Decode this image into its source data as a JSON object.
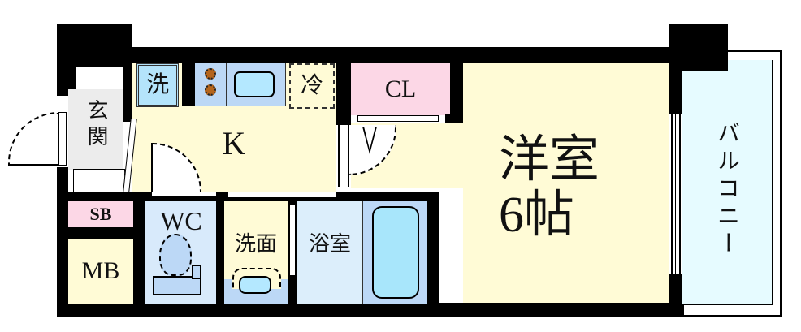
{
  "floor_plan": {
    "rooms": {
      "western_room": {
        "label": "洋室",
        "size": "6帖",
        "color": "#fffbd6"
      },
      "kitchen": {
        "label": "K",
        "color": "#fffbd6"
      },
      "closet": {
        "label": "CL",
        "color": "#fcd7e6"
      },
      "entrance": {
        "label": "玄関",
        "color": "#ececec"
      },
      "shoe_box": {
        "label": "SB",
        "color": "#fcd7e6"
      },
      "meter_box": {
        "label": "MB",
        "color": "#fffbd6"
      },
      "toilet": {
        "label": "WC",
        "color": "#d8eafb"
      },
      "washroom": {
        "label": "洗面",
        "color": "#fffbd6"
      },
      "bathroom": {
        "label": "浴室",
        "color": "#dceefb"
      },
      "balcony": {
        "label": "バルコニー",
        "color": "#e6fbff"
      }
    },
    "fixtures": {
      "washer": {
        "label": "洗",
        "color": "#b4e4fb"
      },
      "fridge": {
        "label": "冷",
        "color": "#fffbd6"
      },
      "stove_burner_color": "#b5651d",
      "sink_color": "#b4e8ff",
      "counter_color": "#bcd8f6",
      "tub_color": "#a8e6fb"
    },
    "wall_color": "#000000"
  }
}
